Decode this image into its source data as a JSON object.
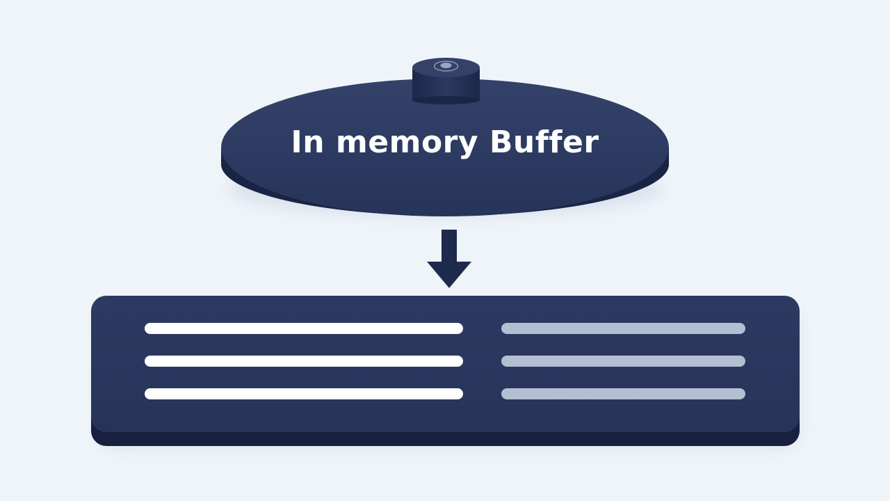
{
  "diagram": {
    "buffer": {
      "label": "In memory Buffer",
      "icon": "memory-disk-icon"
    },
    "connector": {
      "icon": "arrow-down-icon"
    },
    "output_panel": {
      "icon": "text-lines-icon",
      "left_column_lines": 3,
      "right_column_lines": 3
    }
  },
  "colors": {
    "background": "#eff4f9",
    "primary": "#27345a",
    "primary_dark": "#1a2444",
    "line_bright": "#ffffff",
    "line_muted": "#b3bfd2"
  }
}
